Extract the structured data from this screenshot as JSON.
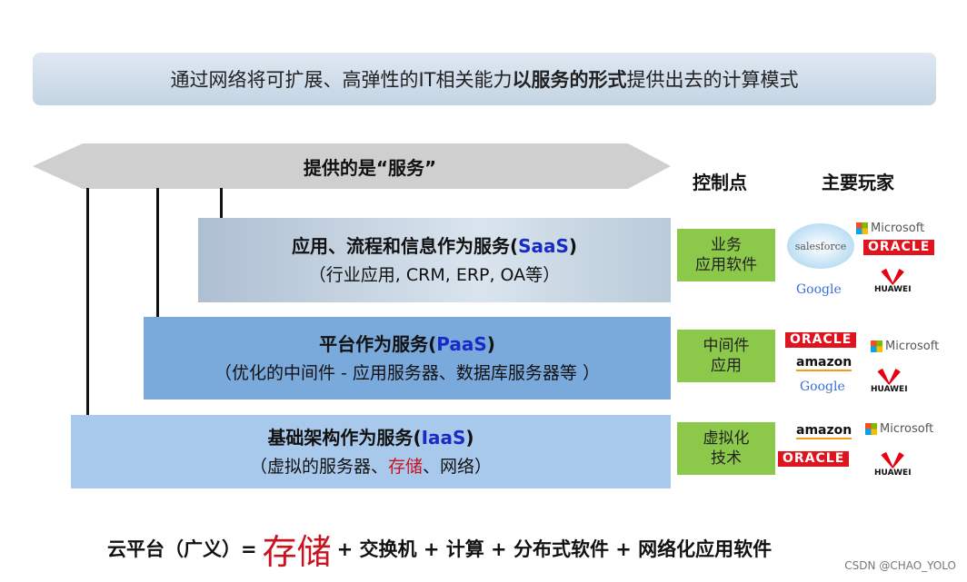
{
  "banner": {
    "pre": "通过网络将可扩展、高弹性的IT相关能力",
    "bold": "以服务的形式",
    "post": "提供出去的计算模式"
  },
  "arrow_label": "提供的是“服务”",
  "headers": {
    "control": "控制点",
    "players": "主要玩家"
  },
  "layers": [
    {
      "title": "应用、流程和信息作为服务",
      "abbr": "SaaS",
      "sub": "（行业应用, CRM, ERP, OA等）",
      "control": "业务\n应用软件"
    },
    {
      "title": "平台作为服务",
      "abbr": "PaaS",
      "sub": "（优化的中间件 - 应用服务器、数据库服务器等 ）",
      "control": "中间件\n应用"
    },
    {
      "title": "基础架构作为服务",
      "abbr": "IaaS",
      "sub_pre": "（虚拟的服务器、",
      "sub_red": "存储",
      "sub_post": "、网络）",
      "control": "虚拟化\n技术"
    }
  ],
  "logos": {
    "salesforce": "salesforce",
    "microsoft": "Microsoft",
    "oracle": "ORACLE",
    "huawei": "HUAWEI",
    "google": "Google",
    "amazon": "amazon"
  },
  "formula": {
    "lhs": "云平台（广义）=",
    "storage": "存储",
    "rest": "+  交换机 + 计算 + 分布式软件 + 网络化应用软件"
  },
  "watermark": "CSDN @CHAO_YOLO",
  "colors": {
    "accent_blue": "#1a2bc4",
    "red": "#c8141e",
    "green": "#8cc94a"
  }
}
